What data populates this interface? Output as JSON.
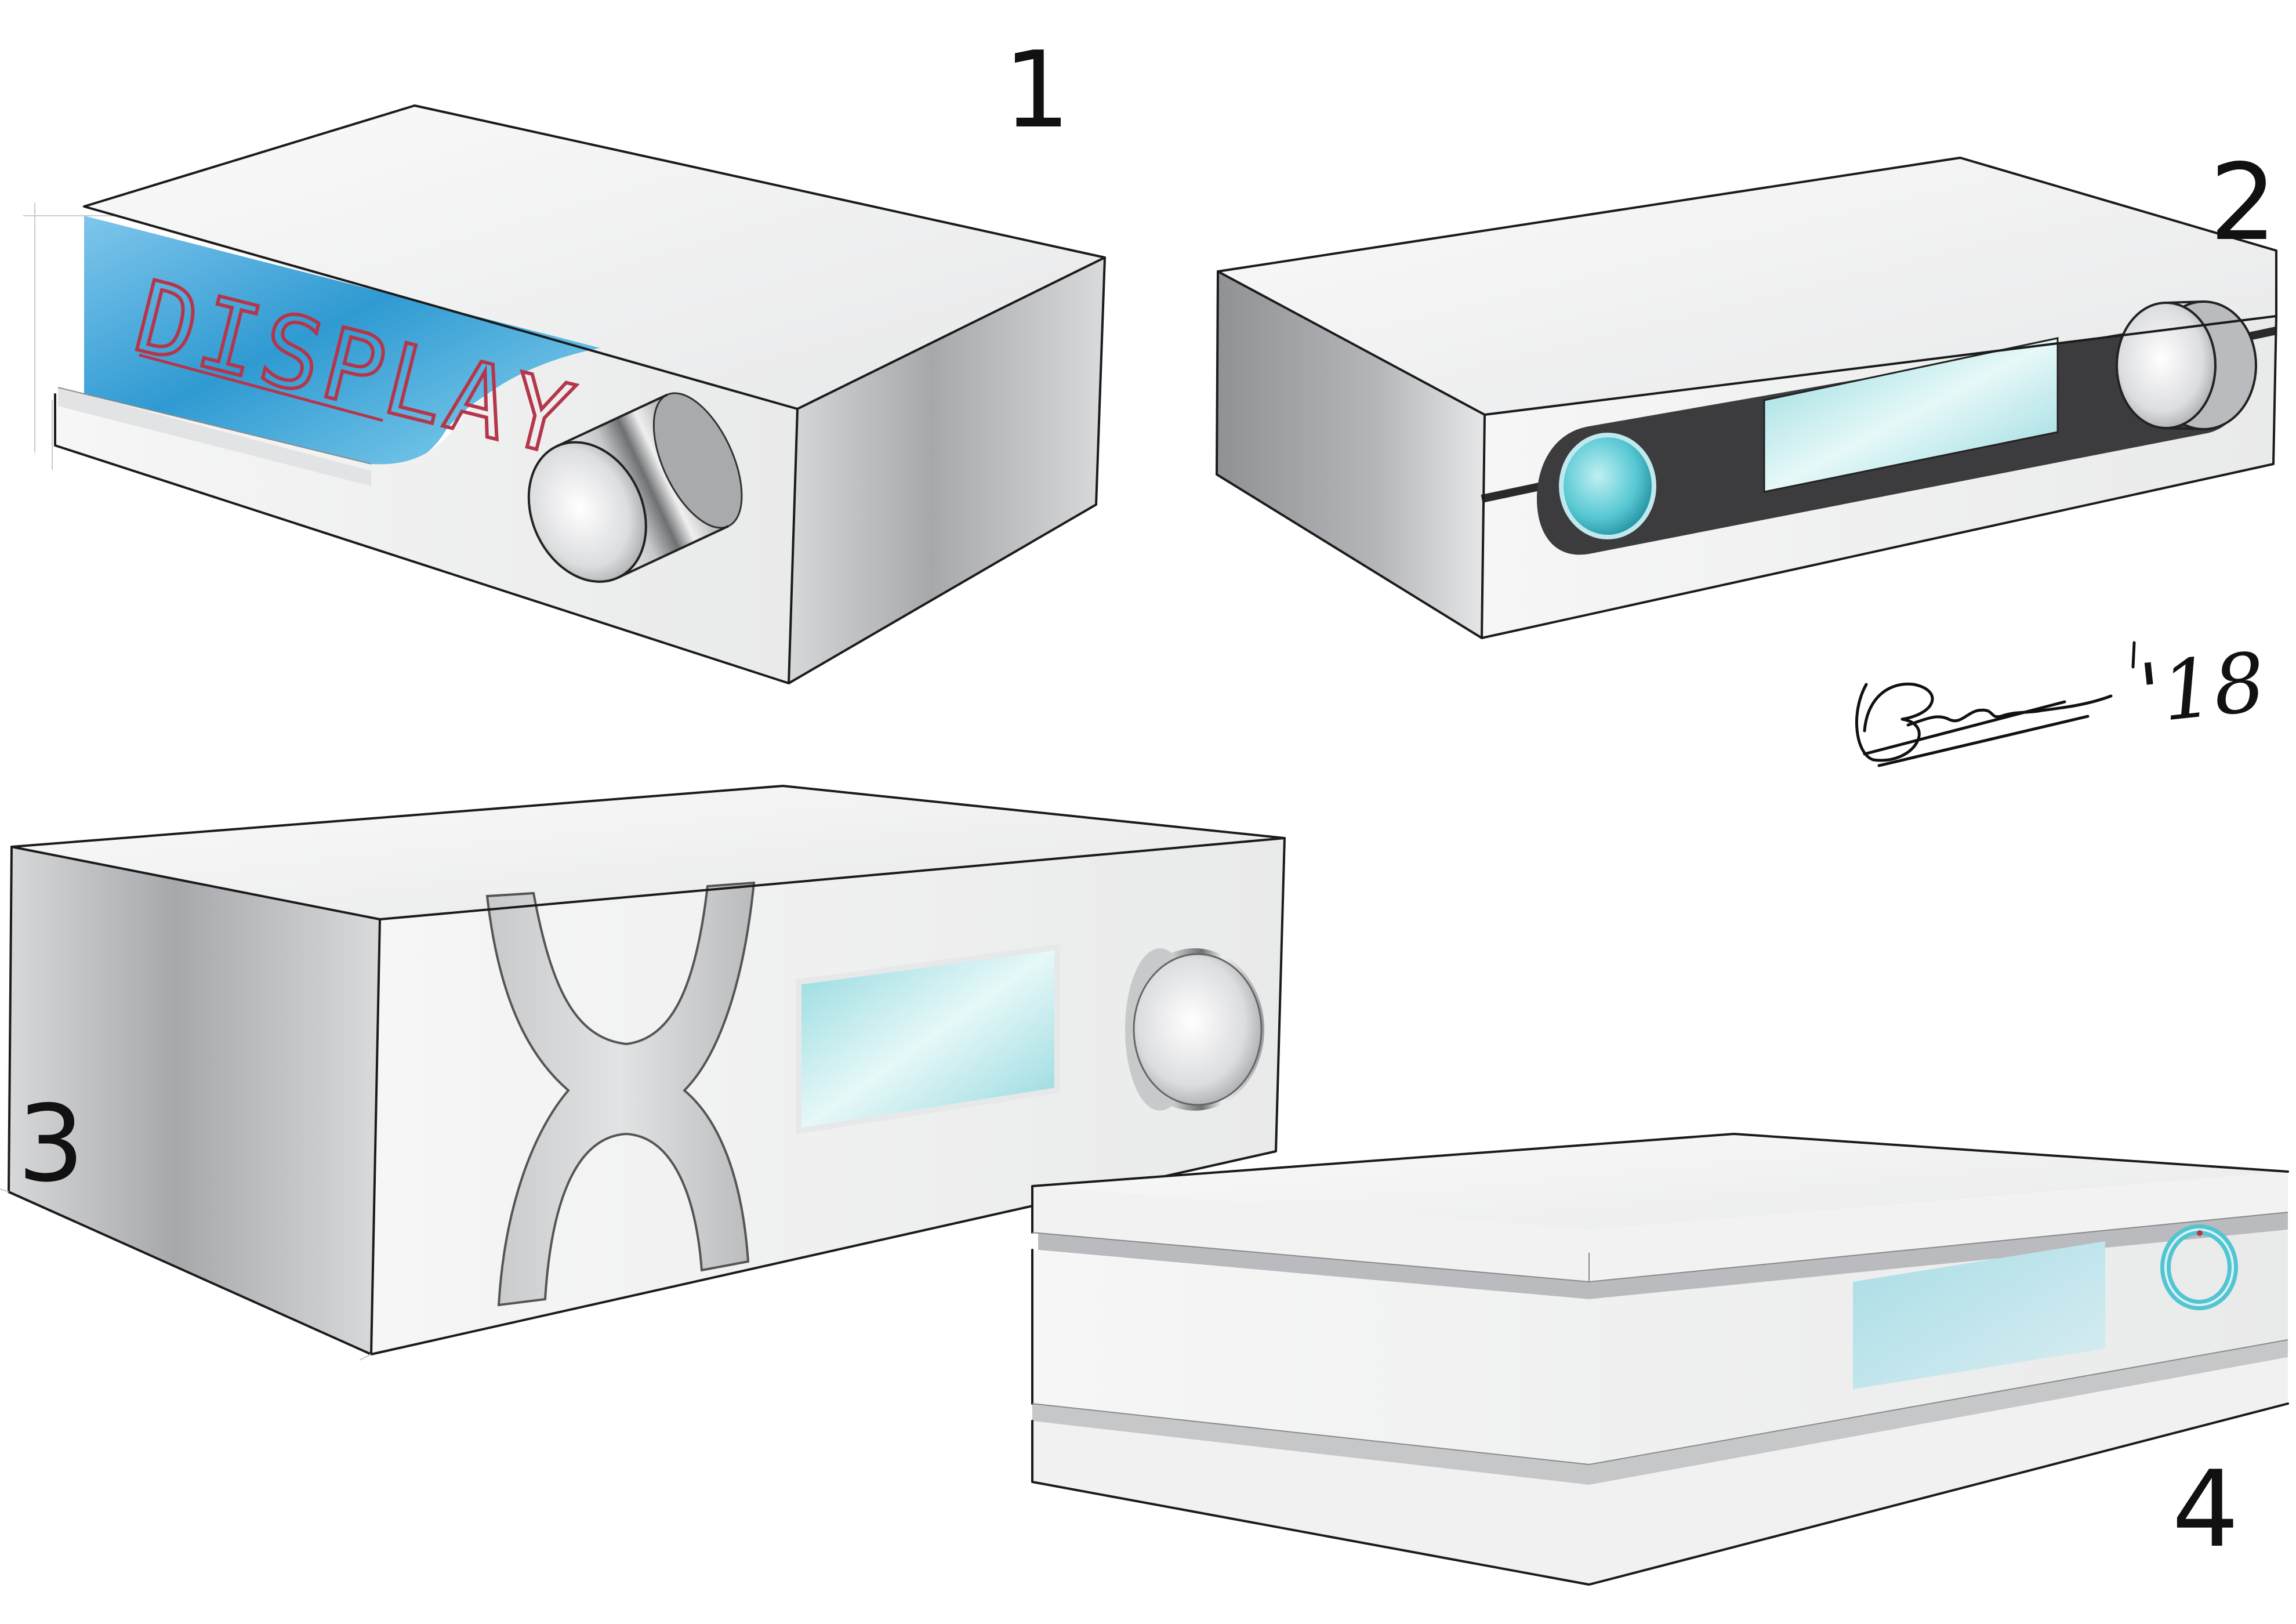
{
  "sheet": {
    "concepts": [
      {
        "number": "1",
        "display_text": "DISPLAY"
      },
      {
        "number": "2"
      },
      {
        "number": "3"
      },
      {
        "number": "4"
      }
    ],
    "signature": {
      "year": "'18"
    }
  },
  "colors": {
    "paper": "#ffffff",
    "body_white": "#f1f2f2",
    "side_grey": "#a9abae",
    "lcd_blue": "#3aa6d9",
    "lcd_cyan": "#7fd6dc",
    "panel_dark": "#3c3b3d",
    "ring_cyan": "#52c4d2",
    "display_red": "#b5364a"
  },
  "icons": [
    "rotary-knob-icon",
    "power-button-icon",
    "ring-indicator-icon"
  ]
}
